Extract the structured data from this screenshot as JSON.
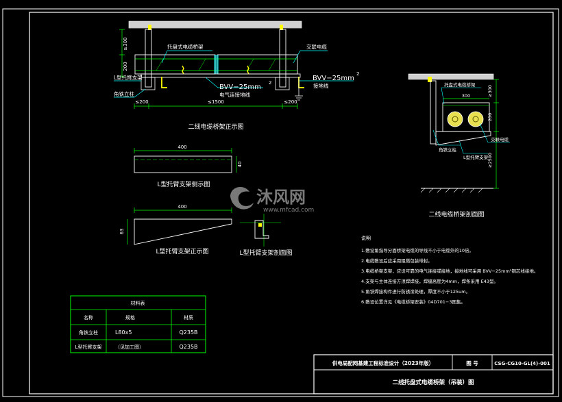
{
  "front_view": {
    "title": "二线电缆桥架正示图",
    "label_tray": "托盘式电缆桥架",
    "label_cable": "交联电缆",
    "label_bracket": "L型托臂支架",
    "label_post": "角铁立柱",
    "label_bvv_left": "BVV−25mm",
    "label_bvv_left_sup": "2",
    "label_bvv_left_sub": "电气连接地线",
    "label_bvv_right": "BVV−25mm",
    "label_bvv_right_sup": "2",
    "label_bvv_right_sub": "接地线",
    "dim_1500": "≤1500",
    "dim_200_left": "≤200",
    "dim_200_right": "≤200",
    "dim_v_300": "≥300",
    "dim_v_200": "200"
  },
  "side_bracket": {
    "title": "L型托臂支架侧示图",
    "dim_400": "400",
    "dim_40": "40"
  },
  "front_bracket": {
    "title": "L型托臂支架正示图",
    "dim_400": "400",
    "dim_63": "63"
  },
  "section_bracket": {
    "title": "L型托臂支架剖面图"
  },
  "right_section": {
    "title": "二线电缆桥架剖面图",
    "label_tray": "托盘式电缆桥架",
    "label_cable": "交联电缆",
    "label_post": "角铁立柱",
    "label_bracket": "L型托臂支架",
    "dim_300": "300",
    "dim_200": "200",
    "dim_h1": "≥300",
    "dim_h2": "≥2500"
  },
  "notes": {
    "heading": "说明",
    "items": [
      "1.敷设角指导分面桥架电缆的导线不小于电缆外的10倍。",
      "2.电缆敷设后应采用阻燃包装带封。",
      "3.电缆桥架支架，应设可靠的电气连接或接地，接地线可采用 BVV−25mm²铜芯线接地。",
      "4.支架与主体连接方须焊焊接，焊缝高度为4mm，焊条采用 E43型。",
      "5.角铁焊接构件进行防锈漆处理，厚度不小于125um。",
      "6.敷设位置详见《电缆桥架安装》04D701−3图集。"
    ]
  },
  "materials": {
    "title": "材料表",
    "headers": [
      "名称",
      "规格",
      "材质"
    ],
    "rows": [
      [
        "角铁立柱",
        "L80x5",
        "Q235B"
      ],
      [
        "L型托臂支架",
        "（见加工图）",
        "Q235B"
      ]
    ]
  },
  "title_block": {
    "org": "供电局配网基建工程标准设计（2023年版）",
    "fig_label": "图  号",
    "fig_no": "CSG-CG10-GL(4)-001",
    "drawing_title": "二线托盘式电缆桥架（吊装）图"
  },
  "watermark": {
    "brand": "沐风网",
    "url": "www.mfcad.com"
  }
}
